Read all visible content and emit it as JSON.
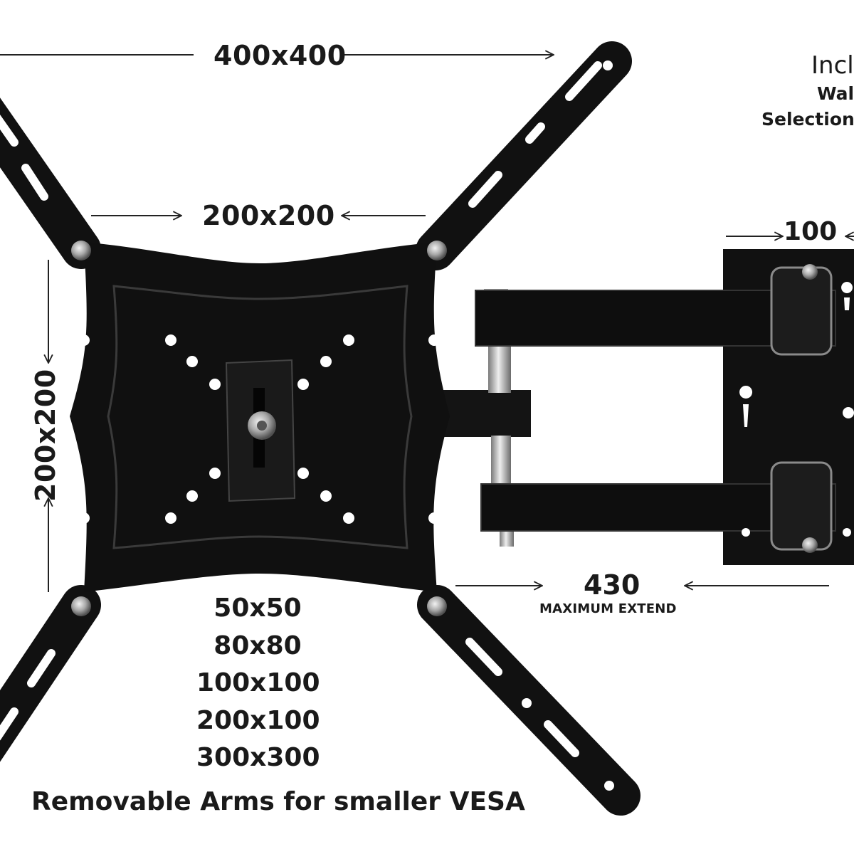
{
  "dimensions": {
    "vesa_max": "400x400",
    "vesa_mid_horizontal": "200x200",
    "vesa_mid_vertical": "200x200",
    "wall_plate_width": "100",
    "max_extend_value": "430",
    "max_extend_label": "MAXIMUM EXTEND"
  },
  "vesa_sizes": [
    "50x50",
    "80x80",
    "100x100",
    "200x100",
    "300x300"
  ],
  "caption": "Removable Arms for smaller VESA",
  "included": {
    "title": "Incl",
    "line1": "Wal",
    "line2": "Selection"
  },
  "colors": {
    "mount_black": "#101010",
    "hardware_silver": "#b8b8b8",
    "text": "#1a1a1a"
  }
}
